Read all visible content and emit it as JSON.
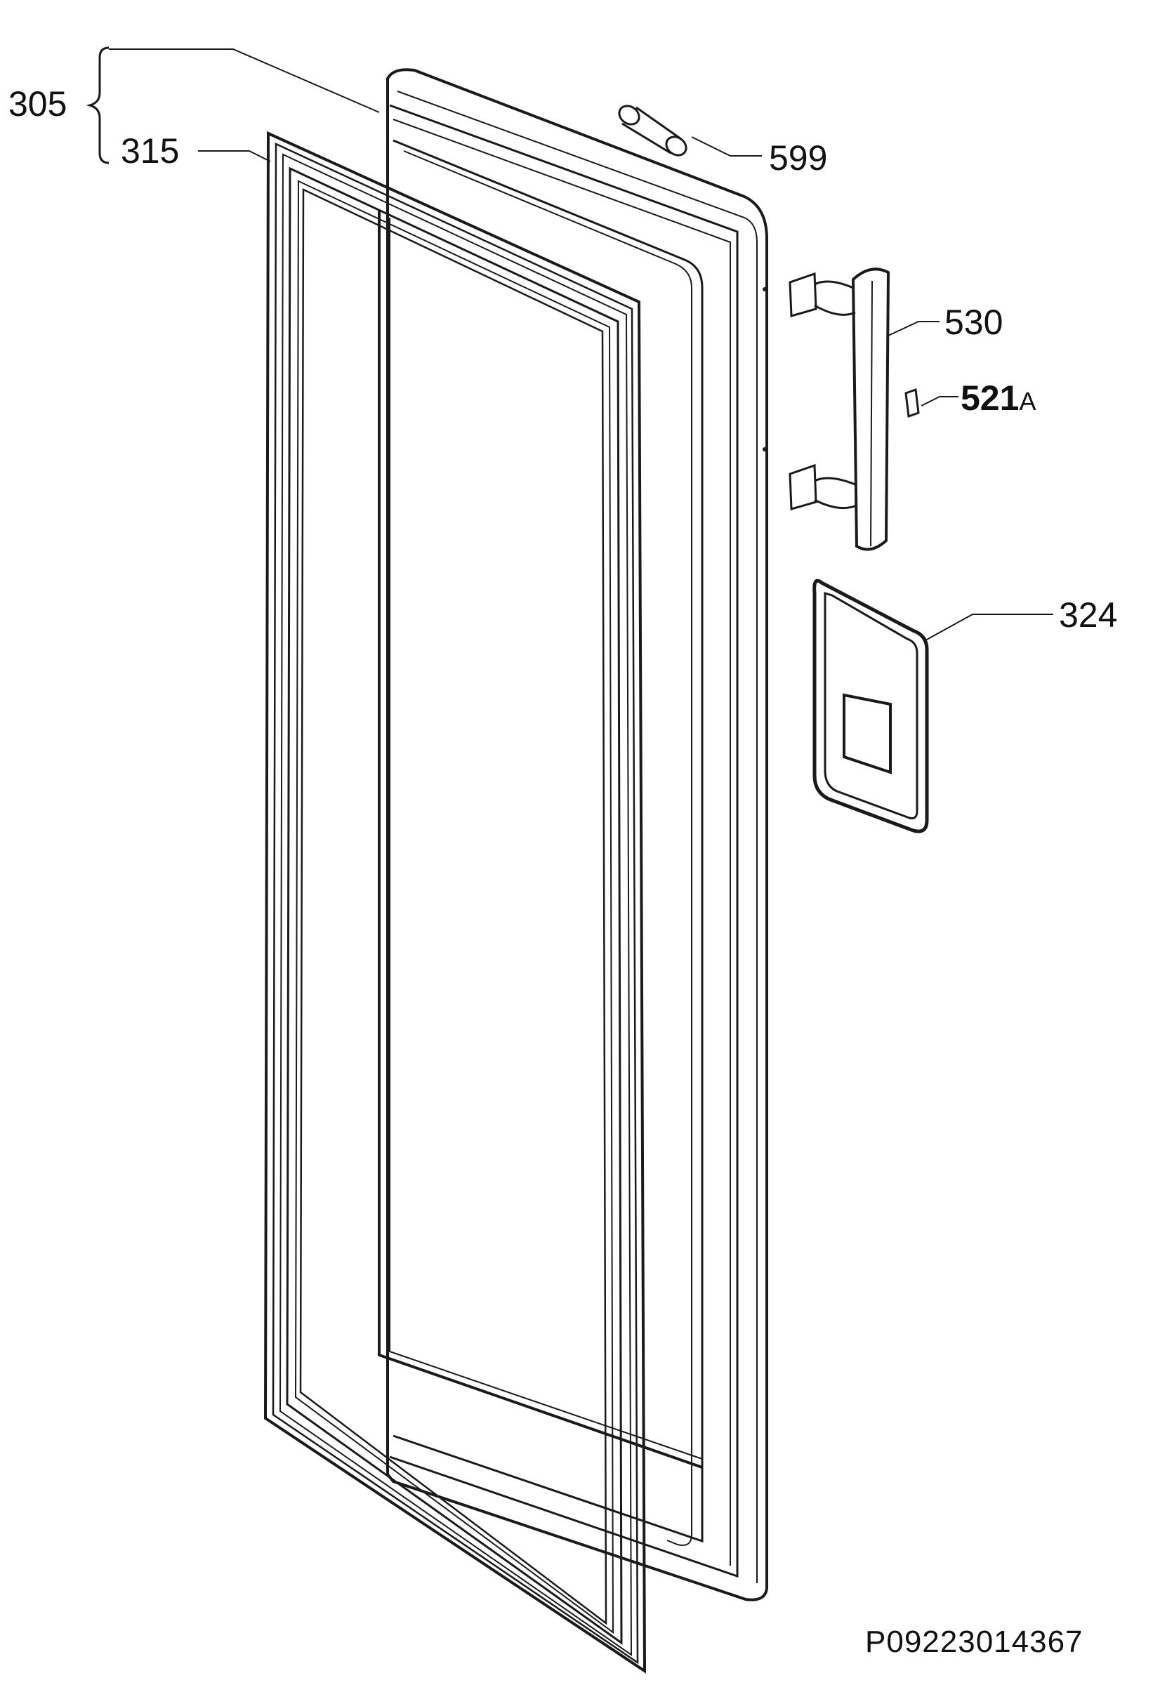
{
  "labels": {
    "door_assembly": "305",
    "door_gasket": "315",
    "pin": "599",
    "handle": "530",
    "handle_cover": "521",
    "handle_cover_suffix": "A",
    "panel_seal": "324"
  },
  "drawing_code": "P09223014367"
}
